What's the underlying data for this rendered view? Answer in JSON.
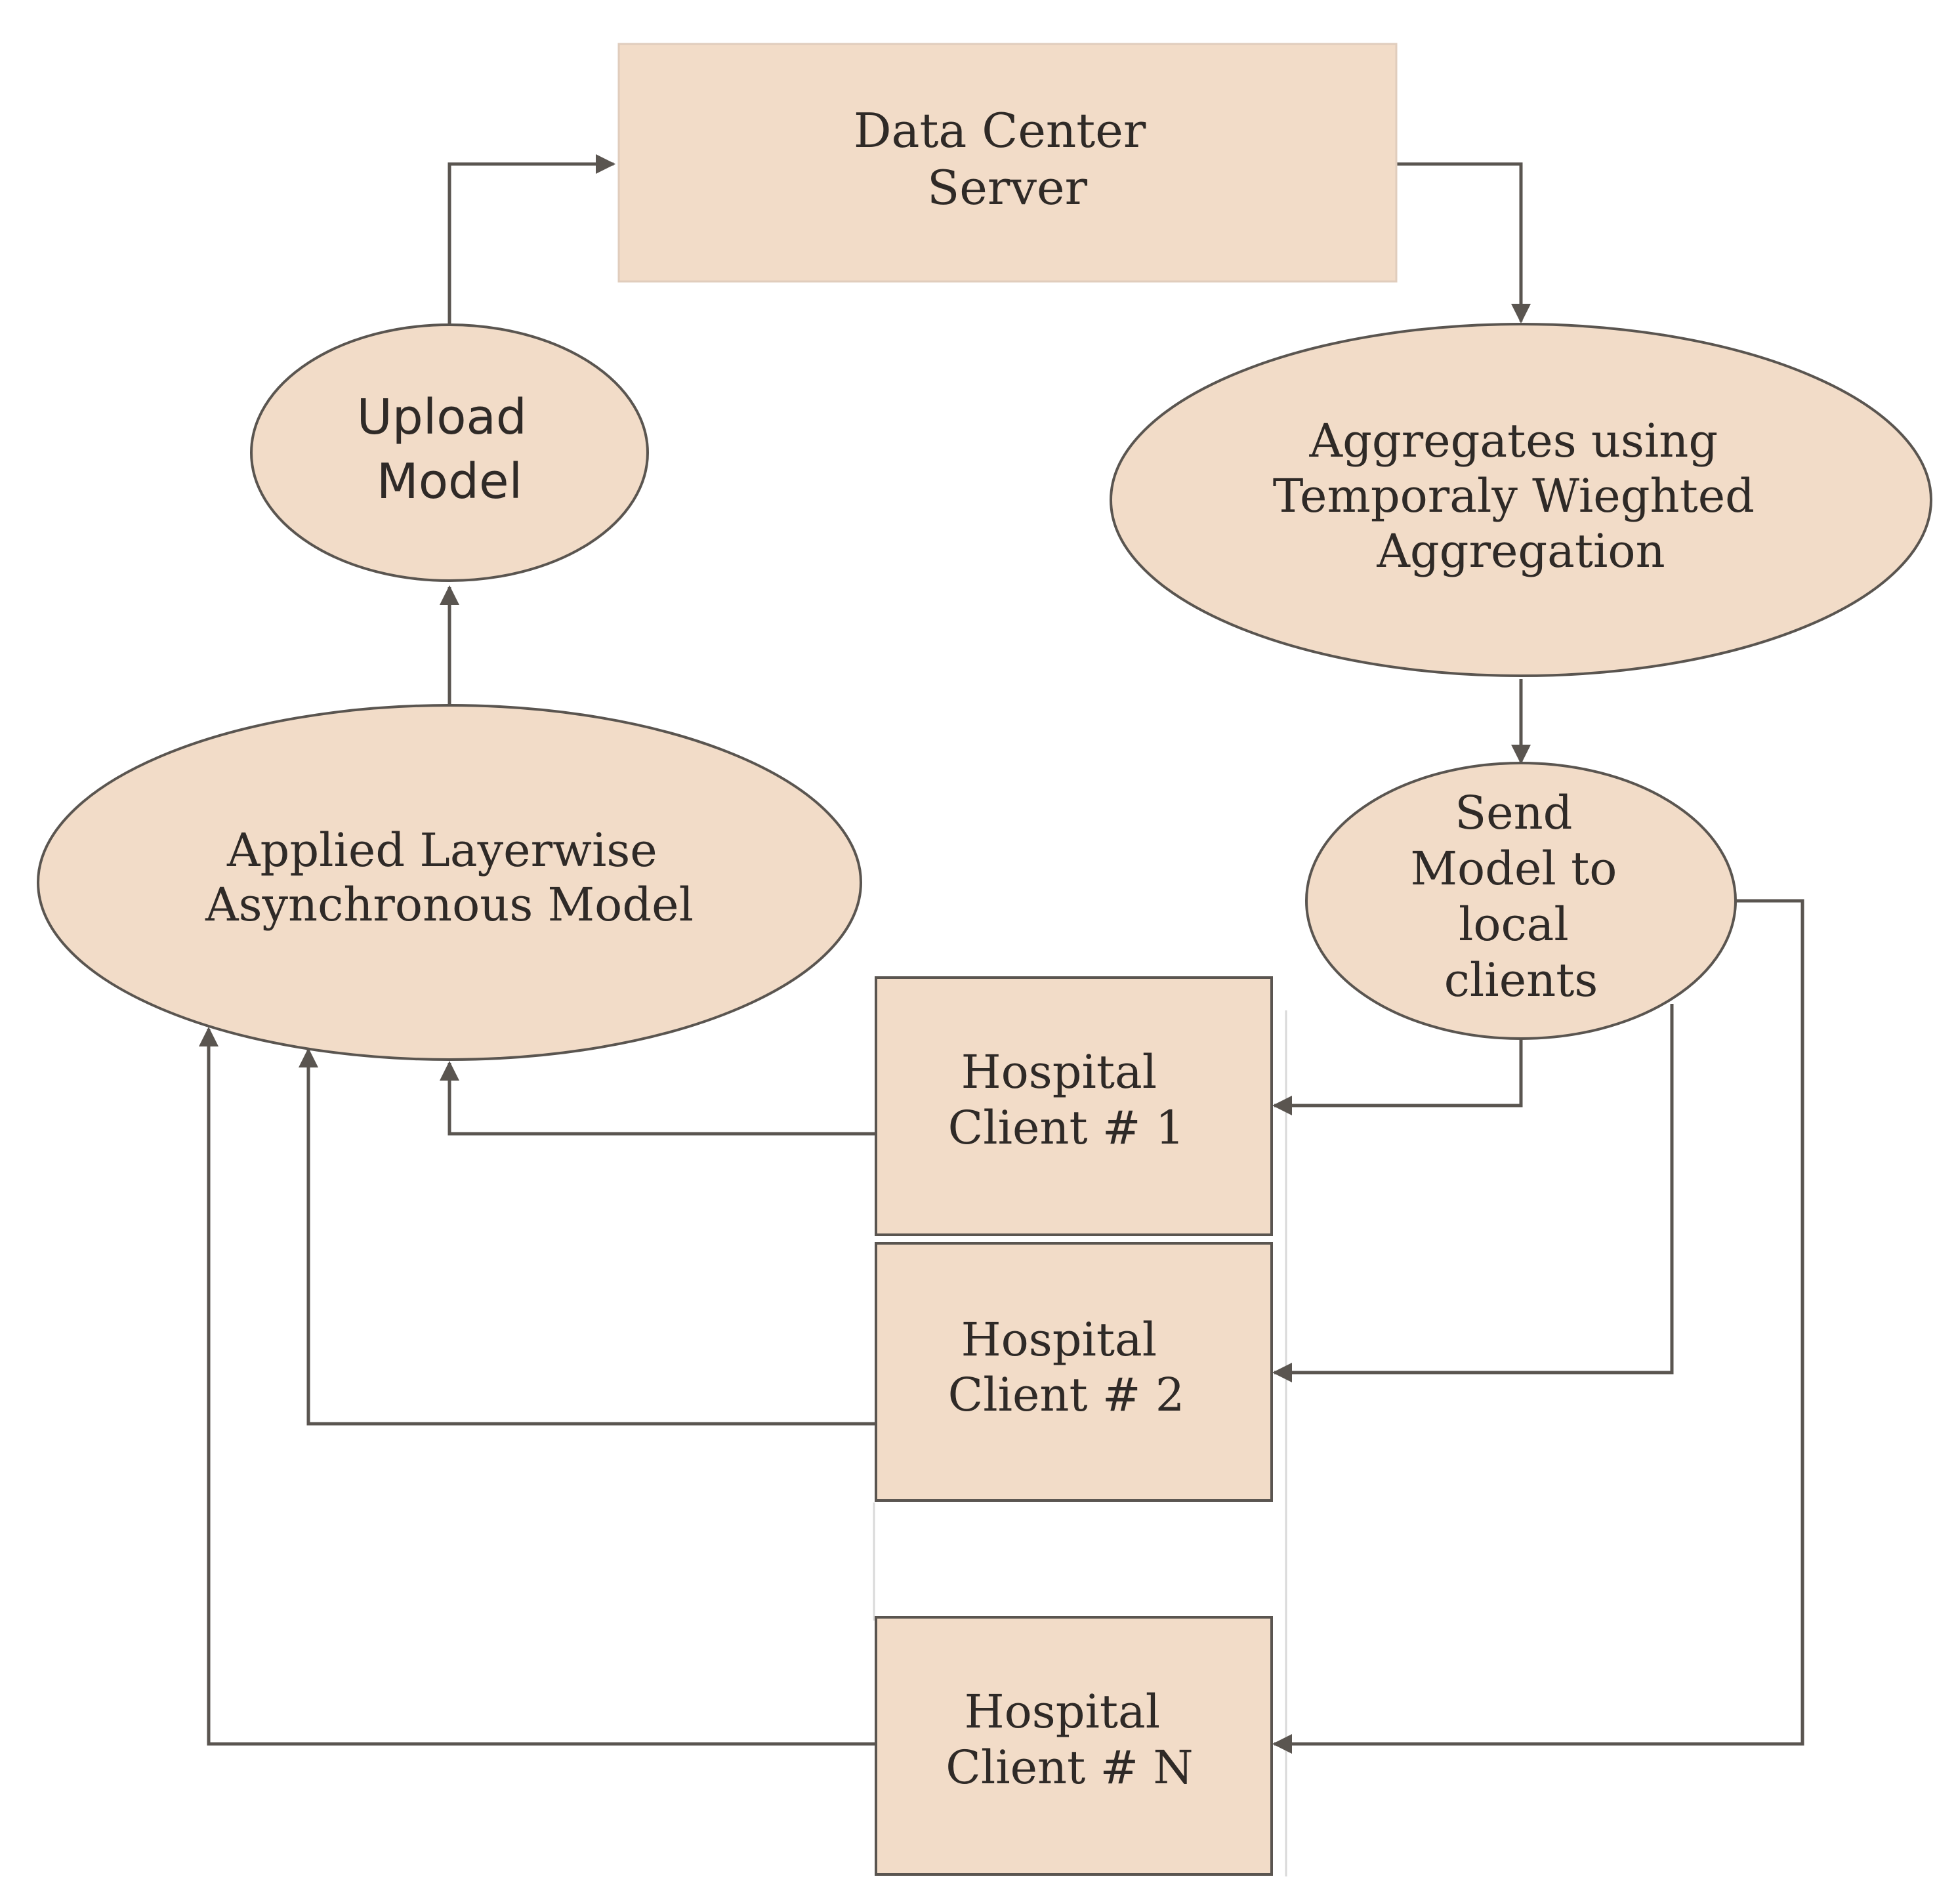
{
  "diagram": {
    "colors": {
      "node_fill": "#f2dcc8",
      "node_border": "#5a5550",
      "arrow": "#5a5550",
      "text": "#2f2a27",
      "background": "#ffffff"
    },
    "nodes": {
      "data_center_server": {
        "shape": "rectangle",
        "lines": [
          "Data Center",
          "Server"
        ]
      },
      "upload_model": {
        "shape": "ellipse",
        "lines": [
          "Upload",
          "Model"
        ]
      },
      "aggregates": {
        "shape": "ellipse",
        "lines": [
          "Aggregates using",
          "Temporaly  Wieghted",
          "Aggregation"
        ]
      },
      "send_model": {
        "shape": "ellipse",
        "lines": [
          "Send",
          "Model to",
          "local",
          "clients"
        ]
      },
      "applied_layerwise": {
        "shape": "ellipse",
        "lines": [
          "Applied Layerwise",
          "Asynchronous Model"
        ]
      },
      "hospital_client_1": {
        "shape": "rectangle",
        "lines": [
          "Hospital",
          "Client # 1"
        ]
      },
      "hospital_client_2": {
        "shape": "rectangle",
        "lines": [
          "Hospital",
          "Client # 2"
        ]
      },
      "hospital_client_n": {
        "shape": "rectangle",
        "lines": [
          "Hospital",
          "Client # N"
        ]
      }
    },
    "edges": [
      {
        "from": "upload_model",
        "to": "data_center_server"
      },
      {
        "from": "data_center_server",
        "to": "aggregates"
      },
      {
        "from": "aggregates",
        "to": "send_model"
      },
      {
        "from": "send_model",
        "to": "hospital_client_1"
      },
      {
        "from": "send_model",
        "to": "hospital_client_2"
      },
      {
        "from": "send_model",
        "to": "hospital_client_n"
      },
      {
        "from": "hospital_client_1",
        "to": "applied_layerwise"
      },
      {
        "from": "hospital_client_2",
        "to": "applied_layerwise"
      },
      {
        "from": "hospital_client_n",
        "to": "applied_layerwise"
      },
      {
        "from": "applied_layerwise",
        "to": "upload_model"
      }
    ]
  }
}
